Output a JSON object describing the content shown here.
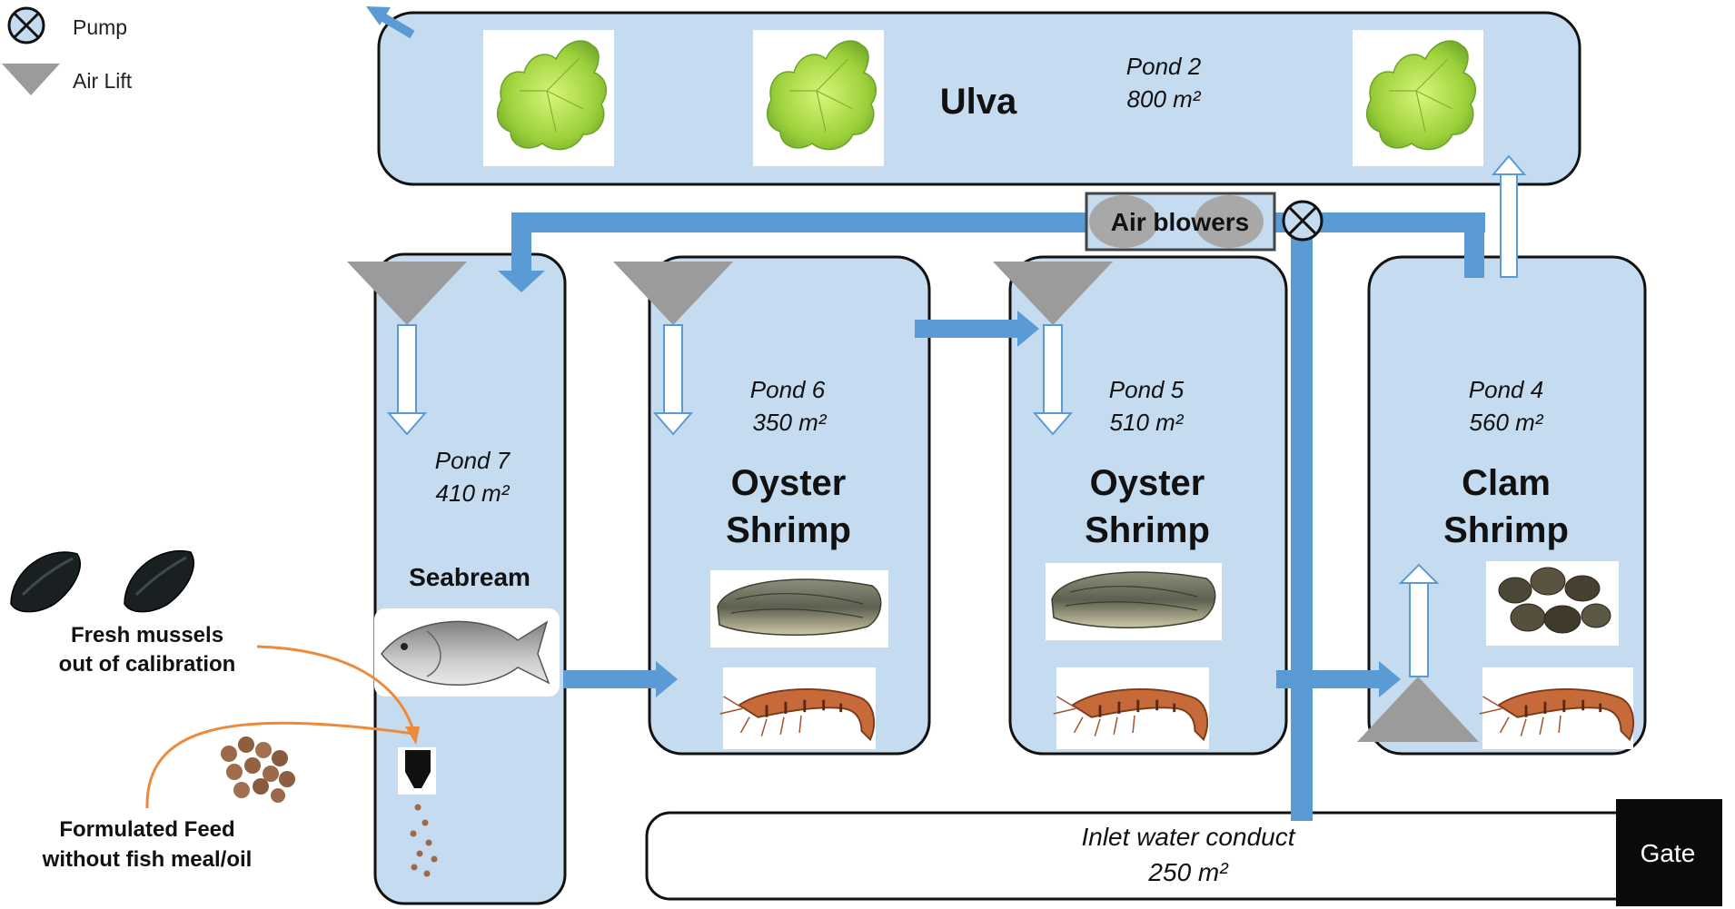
{
  "legend": {
    "pump_label": "Pump",
    "airlift_label": "Air Lift"
  },
  "ulva_pond": {
    "species": "Ulva",
    "pond_name": "Pond 2",
    "area": "800 m²"
  },
  "pond7": {
    "pond_name": "Pond 7",
    "area": "410 m²",
    "species": "Seabream"
  },
  "pond6": {
    "pond_name": "Pond 6",
    "area": "350 m²",
    "species_line1": "Oyster",
    "species_line2": "Shrimp"
  },
  "pond5": {
    "pond_name": "Pond 5",
    "area": "510 m²",
    "species_line1": "Oyster",
    "species_line2": "Shrimp"
  },
  "pond4": {
    "pond_name": "Pond 4",
    "area": "560 m²",
    "species_line1": "Clam",
    "species_line2": "Shrimp"
  },
  "air_blowers_label": "Air blowers",
  "feed": {
    "mussels_line1": "Fresh mussels",
    "mussels_line2": "out of calibration",
    "formulated_line1": "Formulated Feed",
    "formulated_line2": "without fish meal/oil"
  },
  "inlet": {
    "label": "Inlet water conduct",
    "area": "250 m²"
  },
  "gate_label": "Gate",
  "colors": {
    "pond_fill": "#c5dbf0",
    "pipe_blue": "#5b9bd5",
    "airlift_gray": "#9b9b9b",
    "outline": "#1a1a1a",
    "feed_orange": "#ed8a3c"
  }
}
